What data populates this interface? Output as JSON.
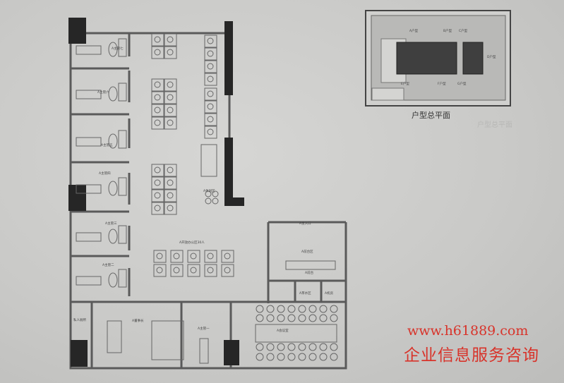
{
  "plan": {
    "rooms": {
      "manager7": "A主管七",
      "manager6": "A主管六",
      "manager5": "A主管五",
      "manager4": "A主管四",
      "manager3": "A主管三",
      "manager2": "A主管二",
      "manager1": "A主管一",
      "chairman": "A董事长",
      "restroom": "私人厕所",
      "open_office": "A开放办公区30人",
      "lounge": "A休闲区",
      "entrance": "A主入口",
      "reception_area": "A前台区",
      "reception_desk": "A前台",
      "pantry": "A茶水区",
      "server_room": "A机房",
      "meeting_room": "A会议室"
    }
  },
  "key_plan": {
    "caption": "户型总平面",
    "ghost_caption": "户型总平面",
    "unit_labels": [
      "A户型",
      "B户型",
      "C户型",
      "D户型",
      "E户型",
      "F户型",
      "G户型"
    ]
  },
  "watermark": {
    "url": "www.h61889.com",
    "text": "企业信息服务咨询"
  }
}
